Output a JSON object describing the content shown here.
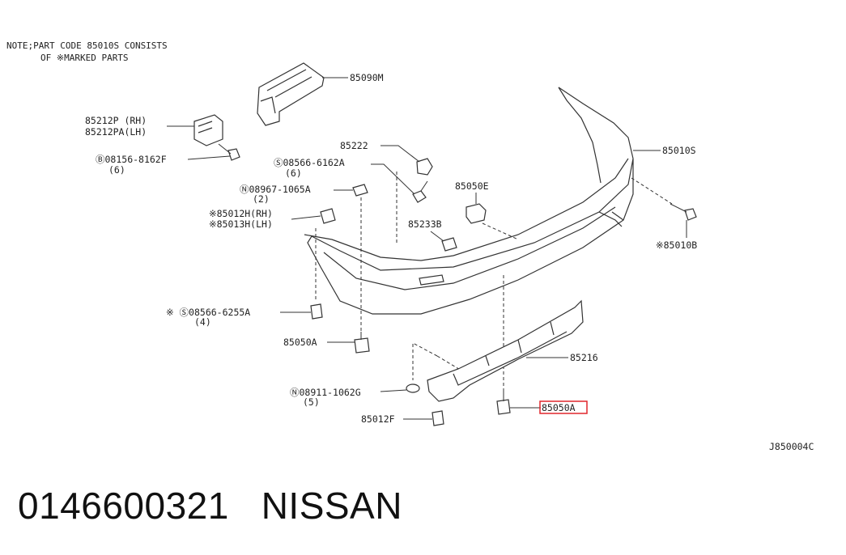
{
  "note": {
    "line1": "NOTE;PART CODE 85010S CONSISTS",
    "line2": "OF ※MARKED PARTS"
  },
  "labels": {
    "p85090M": "85090M",
    "p85212P": "85212P  (RH)",
    "p85212PA": "85212PA(LH)",
    "p08156": "Ⓑ08156-8162F",
    "p08156_qty": "(6)",
    "p85222": "85222",
    "p08566_6162A": "Ⓢ08566-6162A",
    "p08566_6162A_qty": "(6)",
    "p85010S": "85010S",
    "p08967": "Ⓝ08967-1065A",
    "p08967_qty": "(2)",
    "p85050E": "85050E",
    "p85012H": "※85012H(RH)",
    "p85013H": "※85013H(LH)",
    "p85233B": "85233B",
    "p85010B": "※85010B",
    "p08566_6255A": "※ Ⓢ08566-6255A",
    "p08566_6255A_qty": "(4)",
    "p85050A_left": "85050A",
    "p85216": "85216",
    "p08911": "Ⓝ08911-1062G",
    "p08911_qty": "(5)",
    "p85050A_right": "85050A",
    "p85012F": "85012F",
    "drawing_code": "J850004C"
  },
  "caption": {
    "part_number": "0146600321",
    "brand": "NISSAN"
  },
  "colors": {
    "highlight": "#e0262c",
    "line": "#333333"
  }
}
